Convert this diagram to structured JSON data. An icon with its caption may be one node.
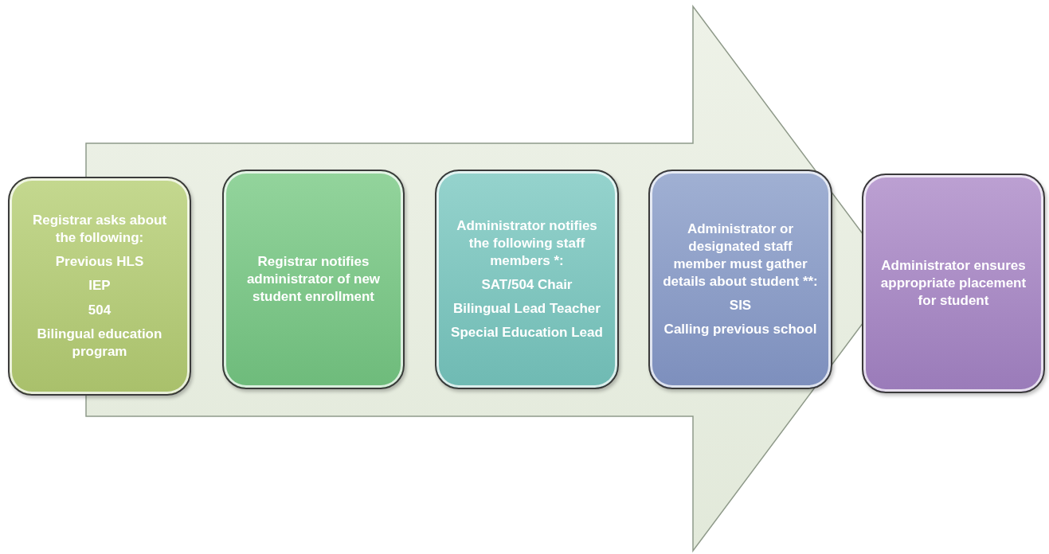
{
  "diagram": {
    "nodes": [
      {
        "text": [
          "Registrar asks about the following:",
          "Previous HLS",
          "IEP",
          "504",
          "Bilingual education program"
        ]
      },
      {
        "text": [
          "Registrar notifies administrator of new student enrollment"
        ]
      },
      {
        "text": [
          "Administrator notifies the following staff members *:",
          "SAT/504 Chair",
          "Bilingual Lead Teacher",
          "Special Education Lead"
        ]
      },
      {
        "text": [
          "Administrator or designated staff member must gather details about student **:",
          "SIS",
          "Calling previous school"
        ]
      },
      {
        "text": [
          "Administrator ensures appropriate placement for student"
        ]
      }
    ],
    "edges": [
      {
        "from": 0,
        "to": 4,
        "arrow": "to"
      }
    ]
  }
}
